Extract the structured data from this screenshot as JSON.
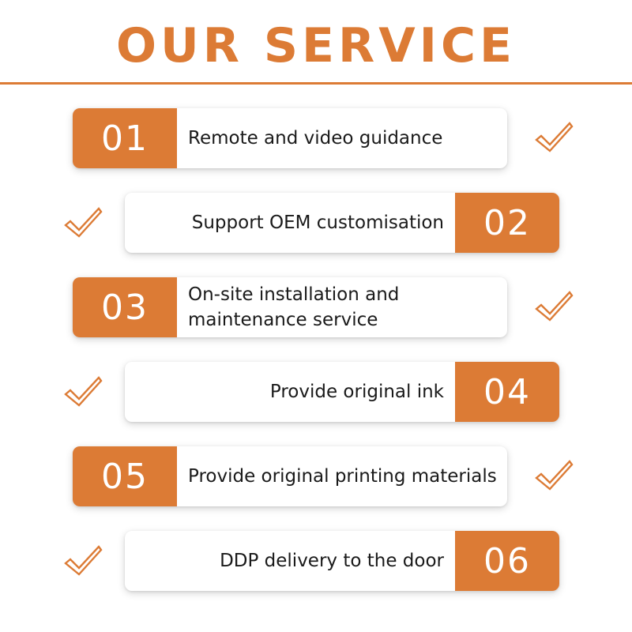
{
  "title": "OUR SERVICE",
  "colors": {
    "accent": "#dc7b35",
    "text": "#1a1a1a",
    "card": "#ffffff"
  },
  "services": [
    {
      "number": "01",
      "label": "Remote and video guidance",
      "check_icon": "check-icon"
    },
    {
      "number": "02",
      "label": "Support OEM customisation",
      "check_icon": "check-icon"
    },
    {
      "number": "03",
      "label": "On-site installation and maintenance service",
      "check_icon": "check-icon"
    },
    {
      "number": "04",
      "label": "Provide original ink",
      "check_icon": "check-icon"
    },
    {
      "number": "05",
      "label": "Provide original printing materials",
      "check_icon": "check-icon"
    },
    {
      "number": "06",
      "label": "DDP delivery to the door",
      "check_icon": "check-icon"
    }
  ]
}
